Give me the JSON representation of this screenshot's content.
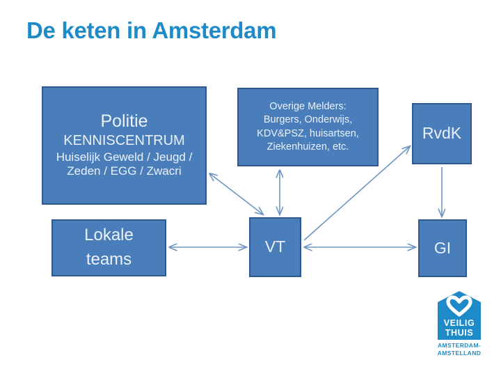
{
  "slide": {
    "title": "De keten in Amsterdam",
    "title_color": "#1E8BC8",
    "background": "#FFFFFF"
  },
  "theme": {
    "node_fill": "#4A7EBB",
    "node_border": "#31598F",
    "node_text": "#EAF1F9",
    "connector_color": "#6E95C4"
  },
  "diagram": {
    "nodes": {
      "politie": {
        "line1": "Politie",
        "line2": "KENNISCENTRUM",
        "line3": "Huiselijk Geweld / Jeugd /",
        "line4": "Zeden / EGG / Zwacri"
      },
      "melders": {
        "line1": "Overige Melders:",
        "line2": "Burgers, Onderwijs,",
        "line3": "KDV&PSZ,  huisartsen,",
        "line4": "Ziekenhuizen, etc."
      },
      "rvdk": {
        "label": "RvdK"
      },
      "lokale_teams": {
        "line1": "Lokale",
        "line2": "teams"
      },
      "vt": {
        "label": "VT"
      },
      "gi": {
        "label": "GI"
      }
    },
    "connections": [
      {
        "from": "politie",
        "to": "vt",
        "style": "double-arrow"
      },
      {
        "from": "melders",
        "to": "vt",
        "style": "double-arrow"
      },
      {
        "from": "vt",
        "to": "rvdk",
        "style": "single-arrow"
      },
      {
        "from": "rvdk",
        "to": "gi",
        "style": "single-arrow"
      },
      {
        "from": "lokale_teams",
        "to": "vt",
        "style": "double-arrow"
      },
      {
        "from": "vt",
        "to": "gi",
        "style": "double-arrow"
      }
    ]
  },
  "logo": {
    "name": "veilig-thuis-logo",
    "mark_line1": "VEILIG",
    "mark_line2": "THUIS",
    "caption_line1": "AMSTERDAM-",
    "caption_line2": "AMSTELLAND",
    "color": "#1E8BC8"
  }
}
